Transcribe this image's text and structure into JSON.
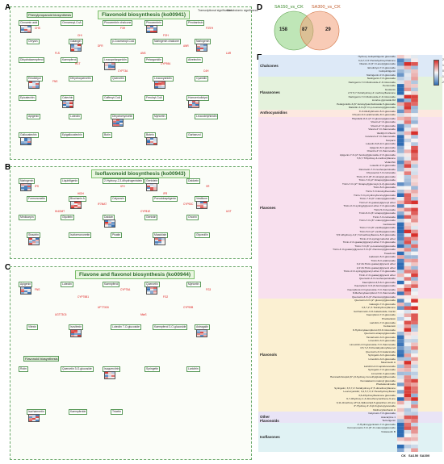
{
  "panel_letters": [
    "A",
    "B",
    "C",
    "D",
    "E"
  ],
  "panel_a": {
    "title": "Flavonoid biosynthesis (ko00941)",
    "upstream": "Phenylpropanoid biosynthesis",
    "legend_tx": "Transcriptional significance",
    "legend_met": "Metabolomic significance",
    "nodes": [
      "Cinnamic acid",
      "Cinnamoyl-CoA",
      "Pinocembrin chalcone",
      "Pinocembrin",
      "Pinobanksin",
      "Chrysin",
      "Galangin",
      "p-Coumaroyl-CoA",
      "Naringenin chalcone",
      "Naringenin",
      "Dihydrokaempferol",
      "Kaempferol",
      "Leucopelargonidin",
      "Pelargonidin",
      "Afzelechin",
      "Eriodictyol",
      "Dihydroquercetin",
      "Quercetin",
      "Leucocyanidin",
      "Cyanidin",
      "Epicatechin",
      "Catechin",
      "Caffeoyl-CoA",
      "Feruloyl-CoA",
      "Homoeriodictyol",
      "Apigenin",
      "Luteolin",
      "Dihydromyricetin",
      "Myricetin",
      "Leucodelphinidin",
      "Gallocatechin",
      "Epigallocatechin",
      "Butin",
      "Butein",
      "Garbanzol"
    ],
    "enzymes": [
      "CHS",
      "CHI",
      "F3H",
      "F3'H",
      "F3'5'H",
      "FLS",
      "DFR",
      "ANS",
      "ANR",
      "LAR",
      "HCT",
      "CYP73A",
      "CYP98A",
      "C4H",
      "FNS"
    ]
  },
  "panel_b": {
    "title": "Isoflavonoid biosynthesis (ko00943)",
    "nodes": [
      "Naringenin",
      "Liquiritigenin",
      "2-Hydroxy-2,3-dihydrogenistein",
      "Genistein",
      "Daidzein",
      "Formononetin",
      "Biochanin A",
      "Calycosin",
      "Pseudobaptigenin",
      "Vestitone",
      "Medicarpin",
      "Glycitein",
      "Daidzin",
      "Genistin",
      "Ononin",
      "Sissotrin",
      "Isoformononetin",
      "Pisatin",
      "Maackiain",
      "Glyceollin"
    ],
    "enzymes": [
      "IFS",
      "HIDH",
      "I2'H",
      "IFR",
      "VR",
      "HI4OMT",
      "IF7MAT",
      "CYP81E",
      "CYP93C",
      "UGT"
    ]
  },
  "panel_c": {
    "title": "Flavone and flavonol biosynthesis (ko00944)",
    "side_label": "Flavonoid biosynthesis",
    "nodes": [
      "Apigenin",
      "Luteolin",
      "Kaempferol",
      "Quercetin",
      "Myricetin",
      "Vitexin",
      "Isovitexin",
      "Luteolin 7-O-glucoside",
      "Kaempferol 3-O-glucoside",
      "Astragalin",
      "Rutin",
      "Quercetin 3-O-glucoside",
      "Isoquercitrin",
      "Syringetin",
      "Laricitrin",
      "Isorhamnetin",
      "Kaempferide",
      "Tricetin"
    ],
    "enzymes": [
      "FNS",
      "CYP75B1",
      "CYP75A",
      "FG2",
      "FG3",
      "UGT73C6",
      "UFT73C6",
      "MtaS",
      "CYP93B"
    ]
  },
  "panel_d": {
    "left_label": "SA150_vs_CK",
    "right_label": "SA300_vs_CK",
    "left_only": 158,
    "overlap": 87,
    "right_only": 29,
    "left_color": "#8bd17c",
    "right_color": "#f2a07a"
  },
  "panel_e": {
    "columns": [
      "CK",
      "SA150",
      "SA300"
    ],
    "scale_ticks": [
      "2",
      "1",
      "0",
      "-1",
      "-2"
    ],
    "categories": [
      {
        "name": "Chalcones",
        "color": "#dde9f7",
        "rows": 6
      },
      {
        "name": "Flavanones",
        "color": "#e4f2dc",
        "rows": 9
      },
      {
        "name": "Anthocyanidins",
        "color": "#fde8e0",
        "rows": 2
      },
      {
        "name": "Flavones",
        "color": "#f8e0ee",
        "rows": 50
      },
      {
        "name": "Flavonols",
        "color": "#fbf0d2",
        "rows": 31
      },
      {
        "name": "Other Flavonoids",
        "color": "#e9e4f6",
        "rows": 3
      },
      {
        "name": "Isoflavones",
        "color": "#e0f2f4",
        "rows": 8
      }
    ],
    "metabolites": [
      "Hydroxy isoliquiritigenin glucoside",
      "3,4,2',4',6'-Pentahydroxychalcone",
      "Okanin-4'-(6''-O-acetyl)glucoside",
      "Eriodictyol-7-O-glucoside",
      "Isoliquiritigenin",
      "Naringenin-4'-O-glucoside",
      "Naringenin-7-O-glucoside",
      "Naringenin-7-O-Rutinoside-4'-O-Glucoside",
      "Persicoside",
      "Isookanin",
      "2',5',5,7-Tetrahydroxy-4'-methoxyflavanone",
      "Naringenin-7-O-Rutinoside-4'-O-Glucoside",
      "Licorice glycoside D2",
      "Pelargonidin-3-(6''-feruloyl)sambubioside-5-glucoside",
      "Malvidin-3-O-(6''-O-p-coumaroyl)glucoside",
      "3'-O-Methyltricetin-5-O-glucoside",
      "Chrysin-6-C-arabinoside-8-C-glucoside",
      "Hispidulin-8-C-(2''-O-glucosyl)glucoside",
      "Vitexin-2''-O-glucoside",
      "Vitexin-4''-O-glucoside",
      "Vitexin-2''-O-rhamnoside",
      "Vanillyl-O-Vitexin",
      "Isovitexin-2''-O-rhamnoside",
      "Scoparin",
      "Luteolin-6,8-di-C-glucoside",
      "Apigenin-6-C-glucoside",
      "Orientin-2''-O-rhamnoside",
      "Apigenin-7-O-(2''-feruloyl)glucoside-4'-O-glucoside",
      "5,6,7-Trihydroxy-4-methoxyflavone",
      "Violanthin",
      "Luteolin-4'-O-glucoside",
      "Diosmetin-7-O-neohesperidoside",
      "Chrysoeriol-7-O-rutinoside",
      "Tricin-4'-O-(8''-O-sinapyl)-glucoside",
      "Tricin-7-O-(2''-Sinapoyl)glucoside",
      "Tricin-7-O-(2'''-Sinapoyl)glucosyl-(1-2)-glucoside",
      "Tricin-5-O-glucoside",
      "Tricin-7-O-feruloylhexoside",
      "Tricin-7-O-p-hydroxybenzoylglucoside",
      "Tricin-7-O-(6''-malonyl)glucoside",
      "Tricin-4'-O-guaiacylglyceryl ether",
      "Tricin-4'-O-syringylglycerol ether-7-O-glucoside",
      "Tricin 5-O-hexoside",
      "Tricin-5-O-(6''-sinapoyl)glucoside",
      "Tricin-7-O-rutinoside",
      "Tricin-7-O-(6'''-malonyl)glucoside",
      "Genkwanin",
      "Tricin-7-O-(6''-vanilloyl)glucoside",
      "Tricin-5-O-(2''-vanilloyl)glucoside",
      "5,5'-dihydroxy-3,4',7-trimethoxyflavone-5-O-glucoside",
      "Tricin-4'-O-syringyl alcohol ether",
      "Tricin-4'-O-guaiacylglyceryl ether-7-O-glucoside",
      "Tricin-7-O-(6''-p-coumaroyl)glucoside",
      "Tricin-4'-O-guaiacylglycerol-7-O-(6''-rhamnosyl)glucoside",
      "Tsaedunin",
      "Ladanein-5-O-glucoside",
      "Tricin-5-O-arabinoside",
      "3,4'-Di-Tricin-guaiacylglycerol ether",
      "2,4'-Di-Tricin-guaiacylglycerol ether",
      "Tricin-4'-O-syringylglyceryl ether-7-O-glucoside",
      "Tricin-4'-O-guaiacylglycerol ether",
      "Quercetin-3-O-neohesperidoside",
      "Kaempferol-4,5-6-C-glucoside",
      "Kaempferol 3-O-(6-feruloyl)glucoside",
      "Kaempferol-3-O-glucoside-7-O-rhamnoside",
      "8-Methoxykaempferol-7-O-rhamnoside",
      "Quercetin-3-O-(2''-rhamnosyl)glucoside",
      "Quercetin-3-O-(2''-glucosyl)glucoside",
      "Galangin-7-O-glucoside",
      "3,5,7,2',3'-Tetrahydroxyflavone",
      "Isorhamnetin-3-O-Galactoside; Cactin",
      "Kaempferol-7-O-glucoside",
      "Pinobanksin",
      "Laricitrin-7-O-glucoside",
      "Centaurein",
      "8-Hydroxykaempferol-3,8-O-Glucoside",
      "Quercetin-sinapoylglucoside",
      "Tamarixetin-3-O-glucoside",
      "Limocitrin-3-O-glucoside",
      "Limocitrin-3-O-glucoside-7-O-rhamnoside",
      "3,5,7,2',6'-Pentahydroxyflavonol",
      "Quercetin-3-O-Galactoside",
      "Syringetin-3-O-glucoside",
      "Limocitrin-3-O-glucoside",
      "Mearnsetin A",
      "Laricitrin-3-O-apiofuranoside",
      "Syringetin-7-O-glucoside",
      "Limocitrin-3-glucoside",
      "Hamnazinhospid-(6''-(3-hydroxy-3-methylglutaryl))hexoside",
      "Kumatakenin malonyl glucoside",
      "Phellodendroside",
      "Syringetin; 3,5,7,4'-Tetrahydroxy-3',5'-dimethoxyflavone",
      "Leucocyanidin; 3,4,5,7,3',4'-Hexahydroxyflavan",
      "3,6-dihydroxyflavanone glucoside",
      "6,7-dihydroxy-1,3-dimethoxyxanthene-9-one",
      "9,11-dimethoxy-2H-[1,3]dioxolo[4,5-g]xanthen-10-one",
      "3''-Hydroxy-4'-O-β-D-glucopyranoside",
      "Methoxybiochanin A",
      "Calycosin-7-O-glucoside",
      "Acacarpine 1",
      "Tectorigenin",
      "2'-Hydroxygenistein-7-O-glucoside",
      "Formononetin-7-O-(6''-O-malonyl)glucoside",
      "Violaceolin B"
    ]
  },
  "colors": {
    "high": "#d7302b",
    "mid": "#f7f7f7",
    "low": "#2f6db4",
    "pathway_green": "#2b6b2b",
    "enzyme_red": "#d11111"
  }
}
